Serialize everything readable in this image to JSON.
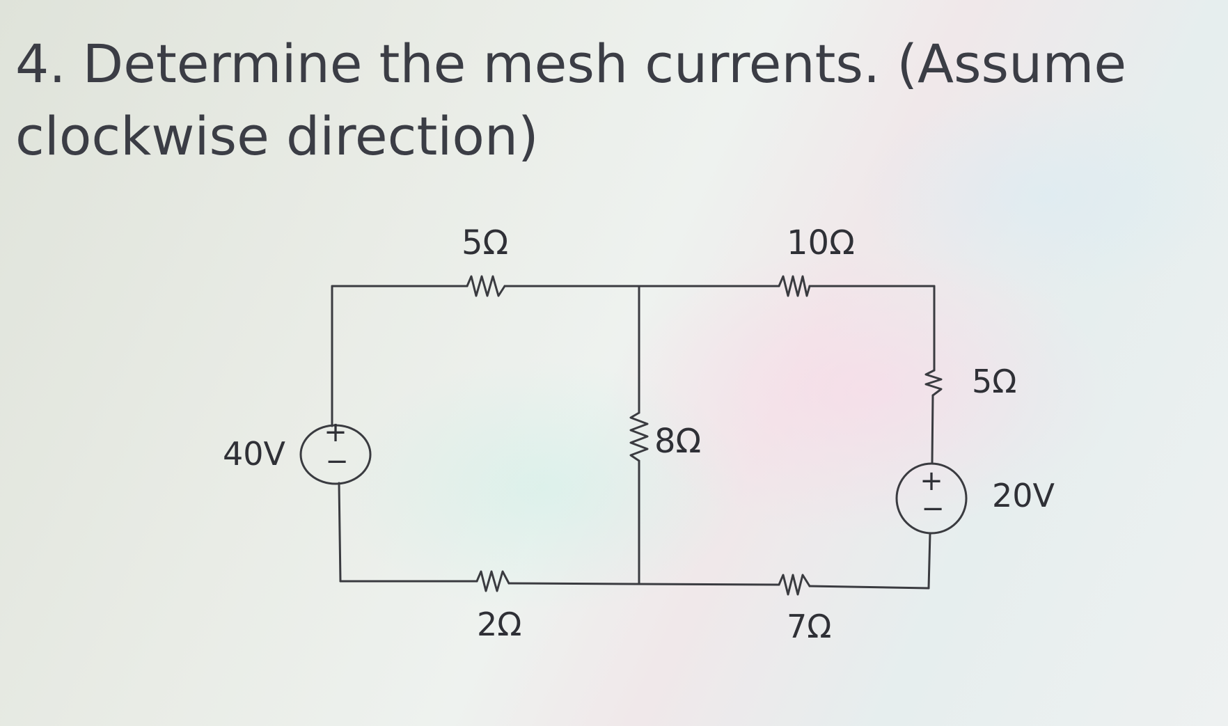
{
  "problem": {
    "text": "4. Determine the mesh currents. (Assume clockwise direction)"
  },
  "circuit": {
    "sources": [
      {
        "label": "40V",
        "plus": "+",
        "minus": "−"
      },
      {
        "label": "20V",
        "plus": "+",
        "minus": "−"
      }
    ],
    "resistors": {
      "top_left": "5Ω",
      "top_right": "10Ω",
      "middle": "8Ω",
      "right": "5Ω",
      "bottom_left": "2Ω",
      "bottom_right": "7Ω"
    }
  }
}
